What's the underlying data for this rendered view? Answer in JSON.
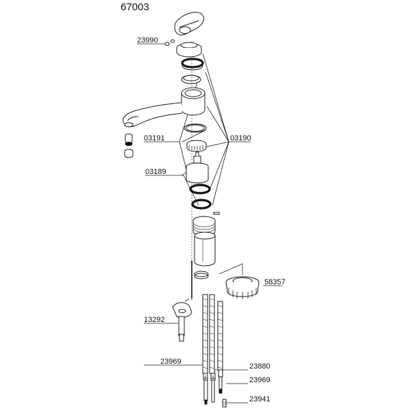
{
  "diagram": {
    "title": "67003",
    "part_numbers": {
      "aerator_screw": "23990",
      "cartridge_ring": "03191",
      "cartridge_seal": "03190",
      "cartridge": "03189",
      "base_plate": "58357",
      "fixing_bracket": "13292",
      "hose": "23969",
      "hose_nut": "23880",
      "hose_right": "23969",
      "pin": "23941"
    }
  },
  "colors": {
    "line": "#1a1a1a",
    "fill": "#ffffff",
    "dark": "#111111",
    "grey": "#bdbdbd"
  }
}
